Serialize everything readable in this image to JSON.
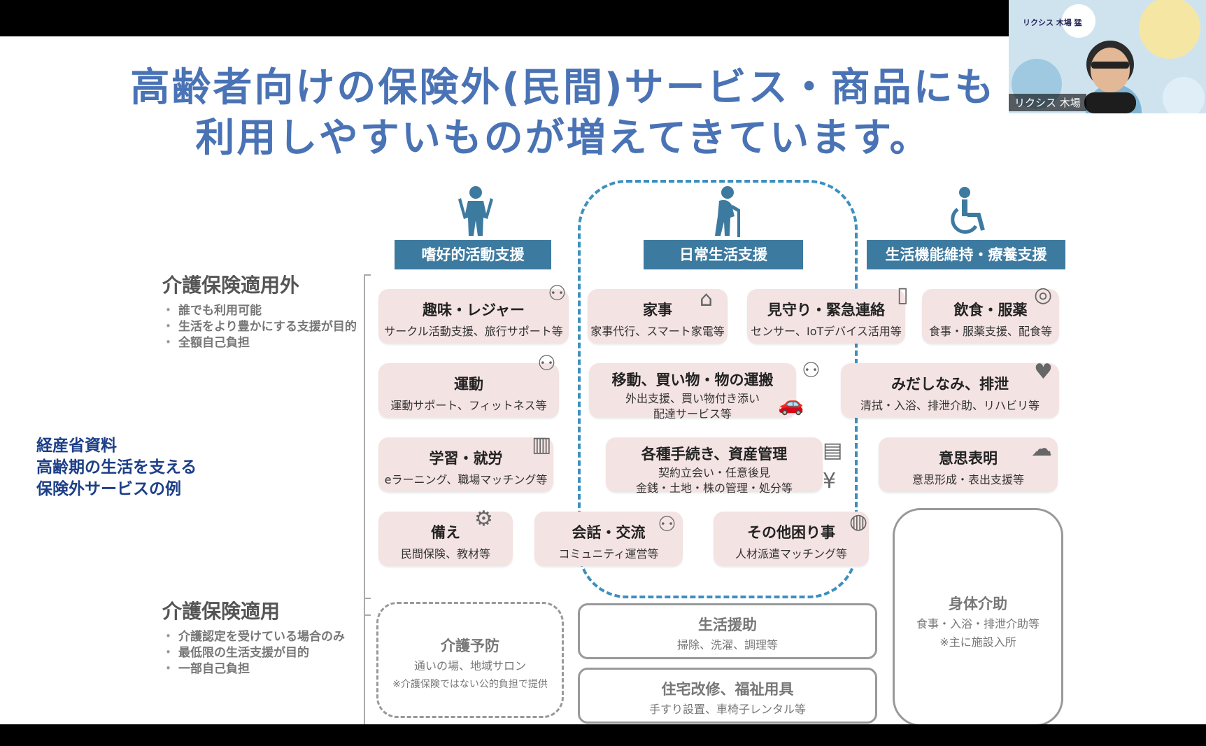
{
  "title": {
    "line1": "高齢者向けの保険外(民間)サービス・商品にも",
    "line2": "利用しやすいものが増えてきています。"
  },
  "categories": {
    "hobby": "嗜好的活動支援",
    "daily": "日常生活支援",
    "life": "生活機能維持・療養支援"
  },
  "outside": {
    "heading": "介護保険適用外",
    "bullets": [
      "誰でも利用可能",
      "生活をより豊かにする支援が目的",
      "全額自己負担"
    ]
  },
  "inside": {
    "heading": "介護保険適用",
    "bullets": [
      "介護認定を受けている場合のみ",
      "最低限の生活支援が目的",
      "一部自己負担"
    ]
  },
  "side_note": {
    "line1": "経産省資料",
    "line2": "高齢期の生活を支える",
    "line3": "保険外サービスの例"
  },
  "cards": {
    "hobby_leisure": {
      "title": "趣味・レジャー",
      "sub": "サークル活動支援、旅行サポート等"
    },
    "housework": {
      "title": "家事",
      "sub": "家事代行、スマート家電等"
    },
    "watch": {
      "title": "見守り・緊急連絡",
      "sub": "センサー、IoTデバイス活用等"
    },
    "food": {
      "title": "飲食・服薬",
      "sub": "食事・服薬支援、配食等"
    },
    "exercise": {
      "title": "運動",
      "sub": "運動サポート、フィットネス等"
    },
    "move": {
      "title": "移動、買い物・物の運搬",
      "sub1": "外出支援、買い物付き添い",
      "sub2": "配達サービス等"
    },
    "grooming": {
      "title": "みだしなみ、排泄",
      "sub": "清拭・入浴、排泄介助、リハビリ等"
    },
    "study": {
      "title": "学習・就労",
      "sub": "eラーニング、職場マッチング等"
    },
    "procedures": {
      "title": "各種手続き、資産管理",
      "sub1": "契約立会い・任意後見",
      "sub2": "金銭・土地・株の管理・処分等"
    },
    "intent": {
      "title": "意思表明",
      "sub": "意思形成・表出支援等"
    },
    "prepare": {
      "title": "備え",
      "sub": "民間保険、教材等"
    },
    "talk": {
      "title": "会話・交流",
      "sub": "コミュニティ運営等"
    },
    "other": {
      "title": "その他困り事",
      "sub": "人材派遣マッチング等"
    }
  },
  "insured": {
    "prevention": {
      "title": "介護予防",
      "sub1": "通いの場、地域サロン",
      "sub2": "※介護保険ではない公的負担で提供"
    },
    "living_help": {
      "title": "生活援助",
      "sub": "掃除、洗濯、調理等"
    },
    "housing": {
      "title": "住宅改修、福祉用具",
      "sub": "手すり設置、車椅子レンタル等"
    },
    "body_care": {
      "title": "身体介助",
      "sub1": "食事・入浴・排泄介助等",
      "sub2": "※主に施設入所"
    }
  },
  "camera": {
    "label": "リクシス 木場",
    "top_text": "リクシス 木場 猛"
  },
  "colors": {
    "title": "#4a73b5",
    "category_bg": "#3d7aa0",
    "card_bg": "#f4e3e3",
    "dashed_border": "#3d8fbf"
  }
}
